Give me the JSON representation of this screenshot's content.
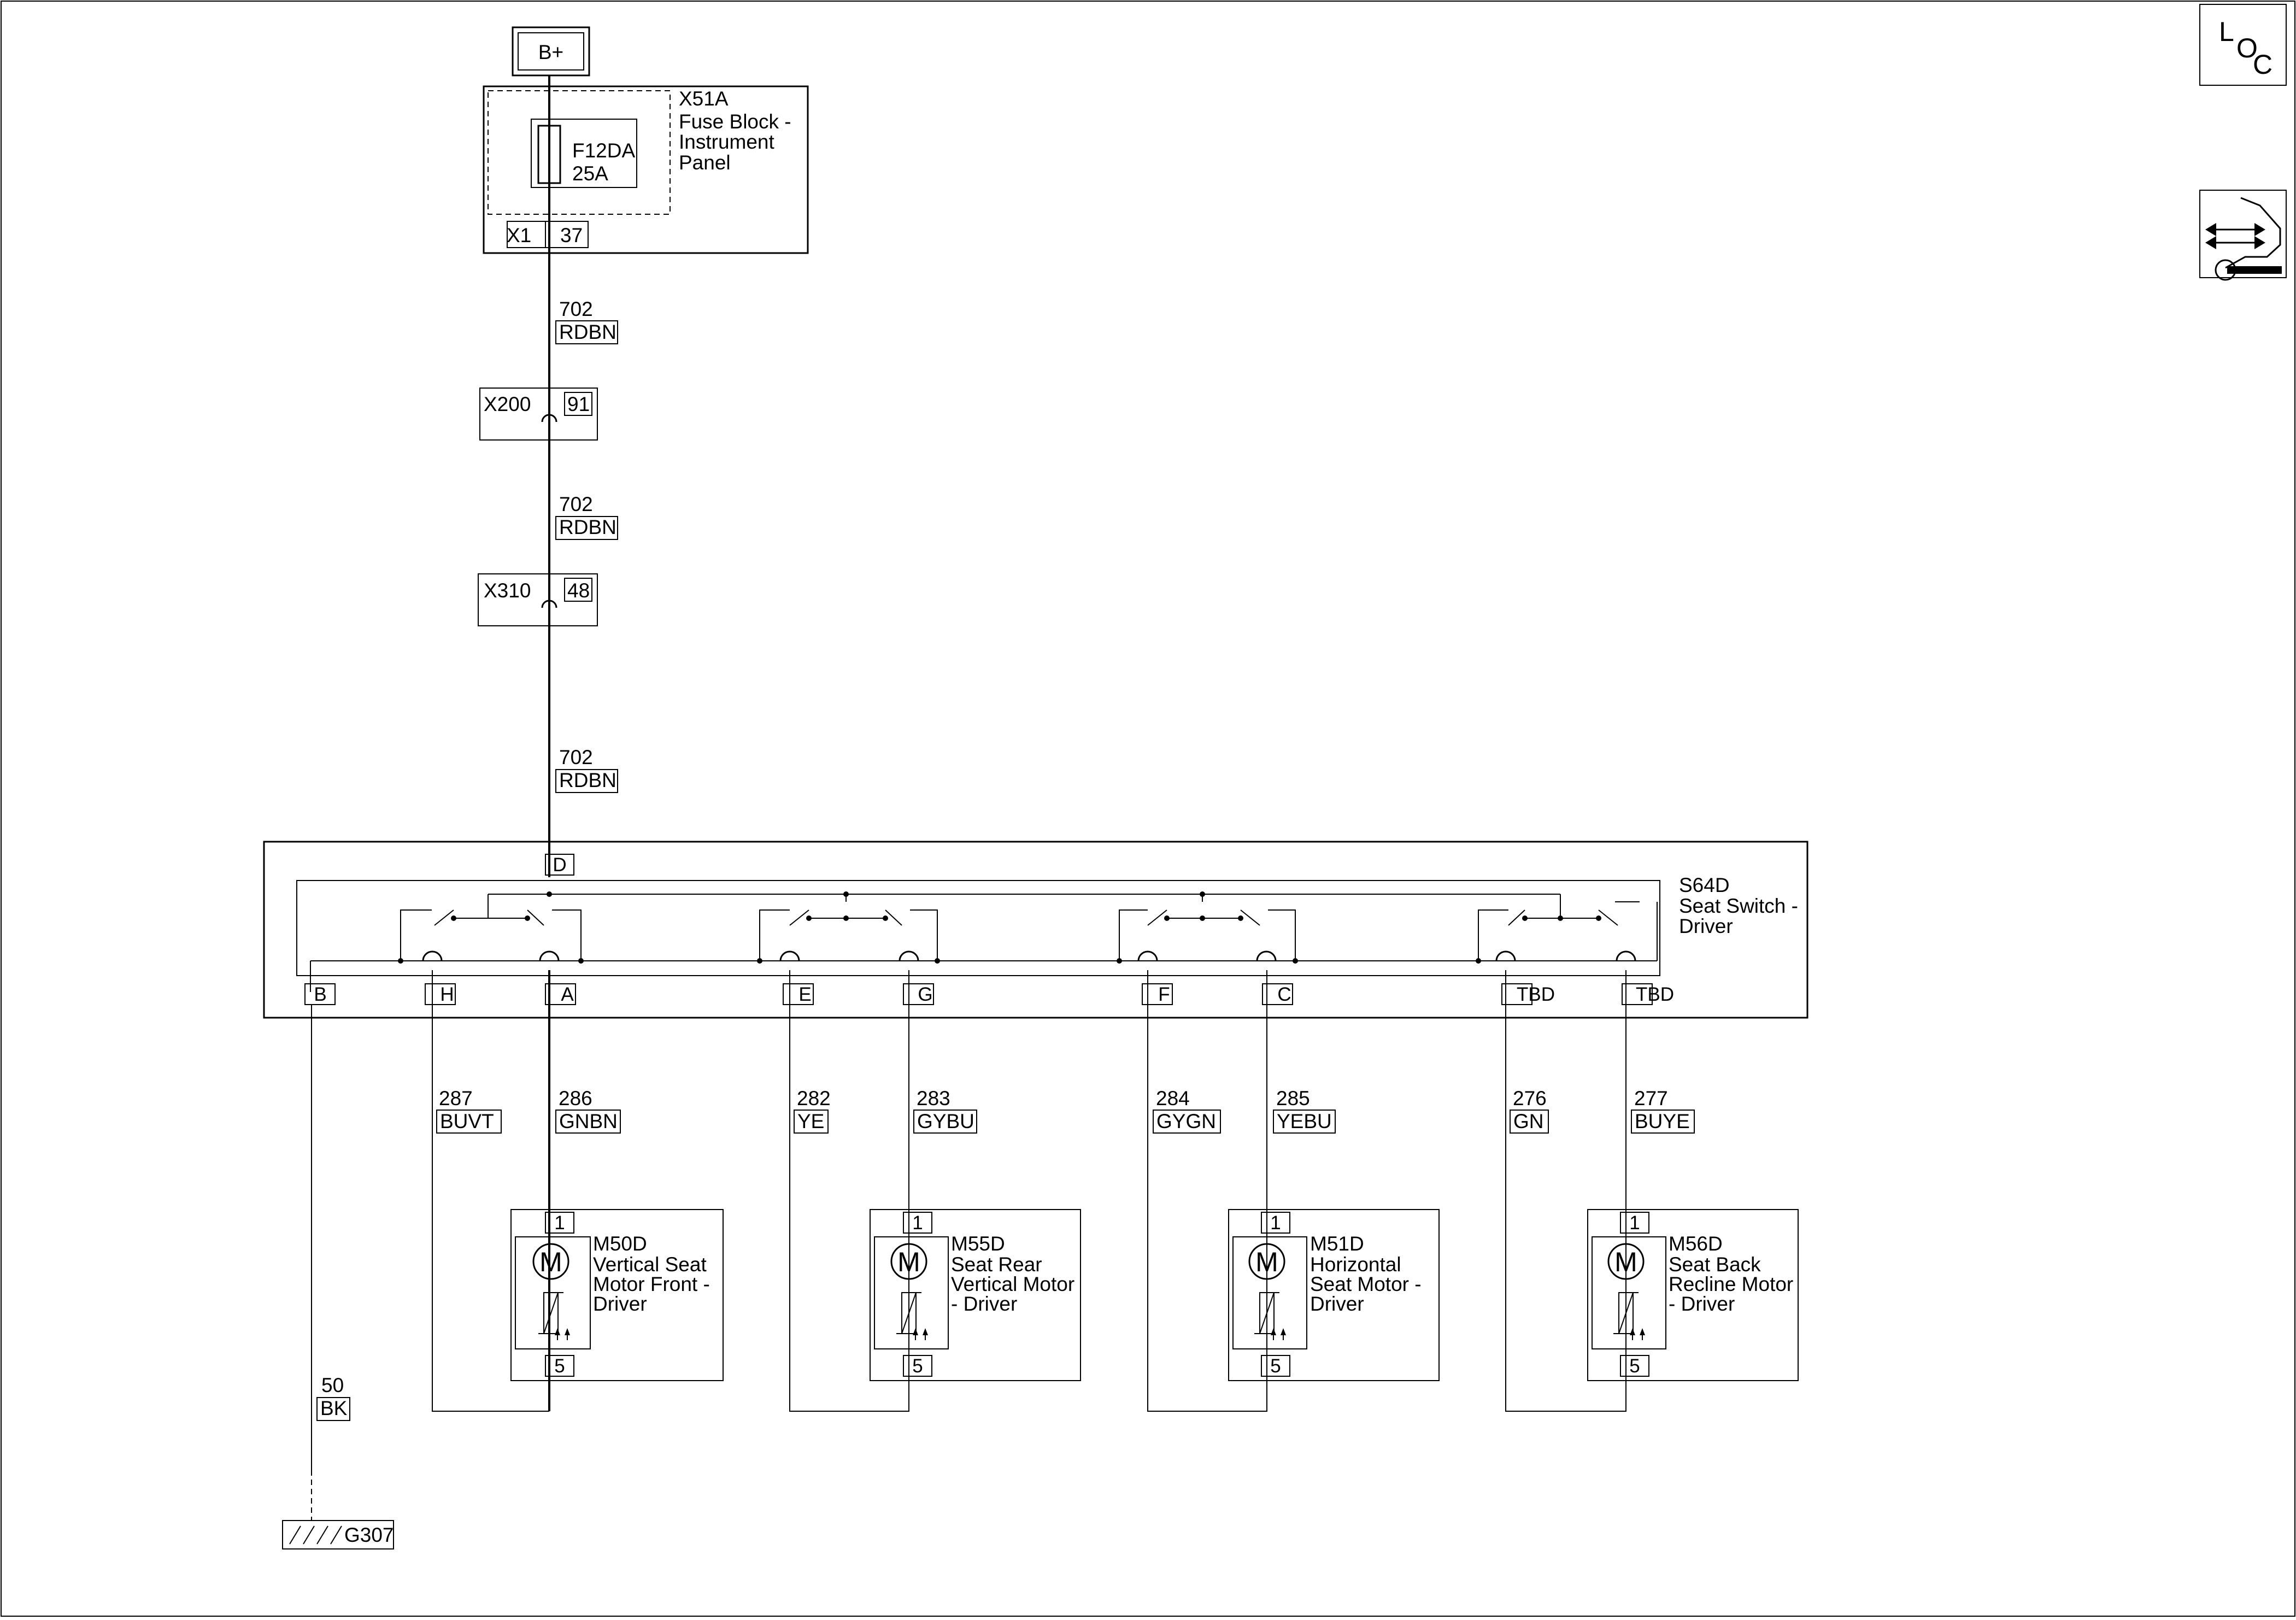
{
  "power": {
    "label": "B+"
  },
  "fuse_block": {
    "id": "X51A",
    "name_lines": [
      "Fuse Block -",
      "Instrument",
      "Panel"
    ],
    "fuse_id": "F12DA",
    "fuse_rating": "25A",
    "connector": "X1",
    "pin": "37"
  },
  "wires_feed": [
    {
      "circuit": "702",
      "color": "RDBN"
    },
    {
      "circuit": "702",
      "color": "RDBN"
    },
    {
      "circuit": "702",
      "color": "RDBN"
    }
  ],
  "inline_connectors": [
    {
      "id": "X200",
      "pin": "91"
    },
    {
      "id": "X310",
      "pin": "48"
    }
  ],
  "seat_switch": {
    "id": "S64D",
    "name_lines": [
      "Seat Switch -",
      "Driver"
    ],
    "input_pin": "D",
    "pins": [
      "B",
      "H",
      "A",
      "E",
      "G",
      "F",
      "C",
      "TBD",
      "TBD"
    ]
  },
  "motor_wires": [
    {
      "circuit": "287",
      "color": "BUVT"
    },
    {
      "circuit": "286",
      "color": "GNBN"
    },
    {
      "circuit": "282",
      "color": "YE"
    },
    {
      "circuit": "283",
      "color": "GYBU"
    },
    {
      "circuit": "284",
      "color": "GYGN"
    },
    {
      "circuit": "285",
      "color": "YEBU"
    },
    {
      "circuit": "276",
      "color": "GN"
    },
    {
      "circuit": "277",
      "color": "BUYE"
    }
  ],
  "motors": [
    {
      "id": "M50D",
      "name_lines": [
        "Vertical Seat",
        "Motor Front -",
        "Driver"
      ],
      "pin_top": "1",
      "pin_bottom": "5",
      "symbol": "M"
    },
    {
      "id": "M55D",
      "name_lines": [
        "Seat Rear",
        "Vertical Motor",
        "- Driver"
      ],
      "pin_top": "1",
      "pin_bottom": "5",
      "symbol": "M"
    },
    {
      "id": "M51D",
      "name_lines": [
        "Horizontal",
        "Seat Motor -",
        "Driver"
      ],
      "pin_top": "1",
      "pin_bottom": "5",
      "symbol": "M"
    },
    {
      "id": "M56D",
      "name_lines": [
        "Seat Back",
        "Recline Motor",
        "- Driver"
      ],
      "pin_top": "1",
      "pin_bottom": "5",
      "symbol": "M"
    }
  ],
  "ground_wire": {
    "circuit": "50",
    "color": "BK"
  },
  "ground": {
    "id": "G307"
  },
  "side_icons": [
    {
      "name": "location-icon",
      "label_letters": [
        "L",
        "O",
        "C"
      ]
    },
    {
      "name": "connector-repair-icon"
    }
  ]
}
